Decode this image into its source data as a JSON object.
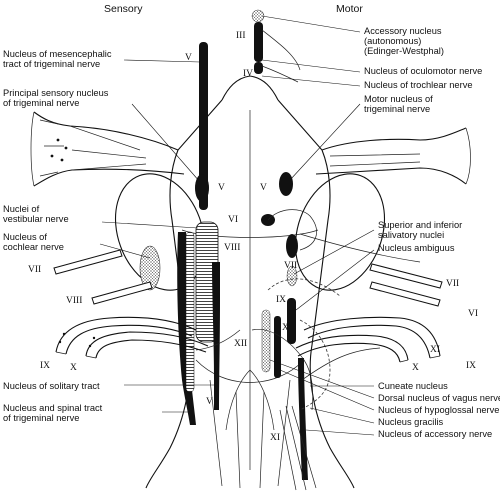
{
  "headers": {
    "sensory": "Sensory",
    "motor": "Motor"
  },
  "left_labels": [
    {
      "id": "mesencephalic",
      "lines": [
        "Nucleus of mesencephalic",
        "tract of trigeminal nerve"
      ]
    },
    {
      "id": "principal-sensory",
      "lines": [
        "Principal sensory nucleus",
        "of trigeminal nerve"
      ]
    },
    {
      "id": "vestibular",
      "lines": [
        "Nuclei of",
        "vestibular nerve"
      ]
    },
    {
      "id": "cochlear",
      "lines": [
        "Nucleus of",
        "cochlear nerve"
      ]
    },
    {
      "id": "solitary",
      "lines": [
        "Nucleus of solitary tract"
      ]
    },
    {
      "id": "spinal-trigeminal",
      "lines": [
        "Nucleus and spinal tract",
        "of trigeminal nerve"
      ]
    }
  ],
  "right_labels": [
    {
      "id": "accessory-ew",
      "lines": [
        "Accessory nucleus",
        "(autonomous)",
        "(Edinger-Westphal)"
      ]
    },
    {
      "id": "oculomotor",
      "lines": [
        "Nucleus of oculomotor nerve"
      ]
    },
    {
      "id": "trochlear",
      "lines": [
        "Nucleus of trochlear nerve"
      ]
    },
    {
      "id": "motor-trigeminal",
      "lines": [
        "Motor nucleus of",
        "trigeminal nerve"
      ]
    },
    {
      "id": "salivatory",
      "lines": [
        "Superior and inferior",
        "salivatory nuclei"
      ]
    },
    {
      "id": "ambiguus",
      "lines": [
        "Nucleus ambiguus"
      ]
    },
    {
      "id": "cuneate",
      "lines": [
        "Cuneate nucleus"
      ]
    },
    {
      "id": "dorsal-vagus",
      "lines": [
        "Dorsal nucleus of vagus nerve"
      ]
    },
    {
      "id": "hypoglossal",
      "lines": [
        "Nucleus of hypoglossal nerve"
      ]
    },
    {
      "id": "gracilis",
      "lines": [
        "Nucleus gracilis"
      ]
    },
    {
      "id": "accessory",
      "lines": [
        "Nucleus of accessory nerve"
      ]
    }
  ],
  "numerals": [
    "III",
    "IV",
    "V",
    "V",
    "V",
    "V",
    "VI",
    "VI",
    "VII",
    "VII",
    "VII",
    "VIII",
    "VIII",
    "IX",
    "IX",
    "IX",
    "X",
    "X",
    "X",
    "XI",
    "XI",
    "XII"
  ]
}
